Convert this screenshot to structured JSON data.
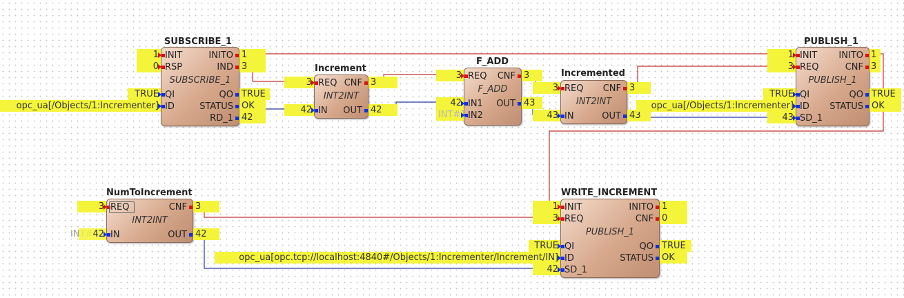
{
  "colors": {
    "event_wire": "#c83030",
    "data_wire": "#2a3aa0",
    "value_highlight": "#f4f43a"
  },
  "blocks": {
    "subscribe": {
      "name": "SUBSCRIBE_1",
      "type": "SUBSCRIBE_1",
      "inputs": [
        "INIT",
        "RSP",
        "QI",
        "ID"
      ],
      "outputs": [
        "INITO",
        "IND",
        "QO",
        "STATUS",
        "RD_1"
      ],
      "in_values": [
        "1",
        "0",
        "TRUE",
        "opc_ua[/Objects/1:Incrementer]"
      ],
      "out_values": [
        "1",
        "3",
        "TRUE",
        "OK",
        "42"
      ]
    },
    "increment": {
      "name": "Increment",
      "type": "INT2INT",
      "inputs": [
        "REQ",
        "IN"
      ],
      "outputs": [
        "CNF",
        "OUT"
      ],
      "in_values": [
        "3",
        "42"
      ],
      "out_values": [
        "3",
        "42"
      ]
    },
    "fadd": {
      "name": "F_ADD",
      "type": "F_ADD",
      "inputs": [
        "REQ",
        "IN1",
        "IN2"
      ],
      "outputs": [
        "CNF",
        "OUT"
      ],
      "in_values": [
        "3",
        "42",
        "INT#1"
      ],
      "out_values": [
        "3",
        "43"
      ]
    },
    "incremented": {
      "name": "Incremented",
      "type": "INT2INT",
      "inputs": [
        "REQ",
        "IN"
      ],
      "outputs": [
        "CNF",
        "OUT"
      ],
      "in_values": [
        "3",
        "43"
      ],
      "out_values": [
        "3",
        "43"
      ]
    },
    "publish": {
      "name": "PUBLISH_1",
      "type": "PUBLISH_1",
      "inputs": [
        "INIT",
        "REQ",
        "QI",
        "ID",
        "SD_1"
      ],
      "outputs": [
        "INITO",
        "CNF",
        "QO",
        "STATUS"
      ],
      "in_values": [
        "1",
        "3",
        "TRUE",
        "opc_ua[/Objects/1:Incrementer]",
        "43"
      ],
      "out_values": [
        "1",
        "3",
        "TRUE",
        "OK"
      ]
    },
    "numtoincrement": {
      "name": "NumToIncrement",
      "type": "INT2INT",
      "inputs": [
        "REQ",
        "IN"
      ],
      "outputs": [
        "CNF",
        "OUT"
      ],
      "in_values": [
        "3",
        "42"
      ],
      "in_ghost": "INT#42",
      "out_values": [
        "3",
        "42"
      ]
    },
    "write": {
      "name": "WRITE_INCREMENT",
      "type": "PUBLISH_1",
      "inputs": [
        "INIT",
        "REQ",
        "QI",
        "ID",
        "SD_1"
      ],
      "outputs": [
        "INITO",
        "CNF",
        "QO",
        "STATUS"
      ],
      "in_values": [
        "1",
        "3",
        "TRUE",
        "opc_ua[opc.tcp://localhost:4840#/Objects/1:Incrementer/Increment/IN]",
        "42"
      ],
      "out_values": [
        "1",
        "0",
        "TRUE",
        "OK"
      ]
    }
  }
}
